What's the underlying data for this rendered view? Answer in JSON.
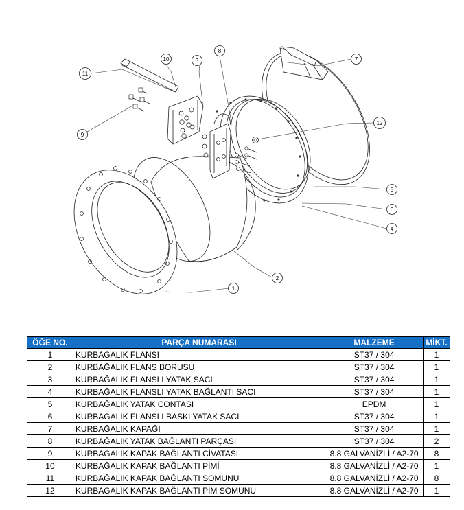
{
  "drawing": {
    "balloons": [
      {
        "id": "balloon-1",
        "label": "1"
      },
      {
        "id": "balloon-2",
        "label": "2"
      },
      {
        "id": "balloon-3",
        "label": "3"
      },
      {
        "id": "balloon-4",
        "label": "4"
      },
      {
        "id": "balloon-5",
        "label": "5"
      },
      {
        "id": "balloon-6",
        "label": "6"
      },
      {
        "id": "balloon-7",
        "label": "7"
      },
      {
        "id": "balloon-8",
        "label": "8"
      },
      {
        "id": "balloon-9",
        "label": "9"
      },
      {
        "id": "balloon-10",
        "label": "10"
      },
      {
        "id": "balloon-11",
        "label": "11"
      },
      {
        "id": "balloon-12",
        "label": "12"
      }
    ]
  },
  "bom": {
    "headers": {
      "item": "ÖĞE NO.",
      "part": "PARÇA NUMARASI",
      "material": "MALZEME",
      "qty": "MİKT."
    },
    "rows": [
      {
        "item": "1",
        "part": "KURBAĞALIK FLANSI",
        "material": "ST37 / 304",
        "qty": "1"
      },
      {
        "item": "2",
        "part": "KURBAĞALIK FLANS BORUSU",
        "material": "ST37 / 304",
        "qty": "1"
      },
      {
        "item": "3",
        "part": "KURBAĞALIK FLANSLI YATAK SACI",
        "material": "ST37 / 304",
        "qty": "1"
      },
      {
        "item": "4",
        "part": "KURBAĞALIK FLANSLI YATAK BAĞLANTI SACI",
        "material": "ST37 / 304",
        "qty": "1"
      },
      {
        "item": "5",
        "part": "KURBAĞALIK YATAK CONTASI",
        "material": "EPDM",
        "qty": "1"
      },
      {
        "item": "6",
        "part": "KURBAĞALIK FLANSLI BASKI YATAK SACI",
        "material": "ST37 / 304",
        "qty": "1"
      },
      {
        "item": "7",
        "part": "KURBAĞALIK KAPAĞI",
        "material": "ST37 / 304",
        "qty": "1"
      },
      {
        "item": "8",
        "part": "KURBAĞALIK YATAK BAĞLANTI PARÇASI",
        "material": "ST37 / 304",
        "qty": "2"
      },
      {
        "item": "9",
        "part": "KURBAĞALIK KAPAK BAĞLANTI CİVATASI",
        "material": "8.8 GALVANİZLİ / A2-70",
        "qty": "8"
      },
      {
        "item": "10",
        "part": "KURBAĞALIK KAPAK BAĞLANTI PİMİ",
        "material": "8.8 GALVANİZLİ / A2-70",
        "qty": "1"
      },
      {
        "item": "11",
        "part": "KURBAĞALIK KAPAK BAĞLANTI SOMUNU",
        "material": "8.8 GALVANİZLİ / A2-70",
        "qty": "8"
      },
      {
        "item": "12",
        "part": "KURBAĞALIK KAPAK BAĞLANTI PİM SOMUNU",
        "material": "8.8 GALVANİZLİ / A2-70",
        "qty": "1"
      }
    ]
  },
  "colors": {
    "header_bg": "#1670c6",
    "header_text": "#ffffff",
    "line": "#000000"
  }
}
